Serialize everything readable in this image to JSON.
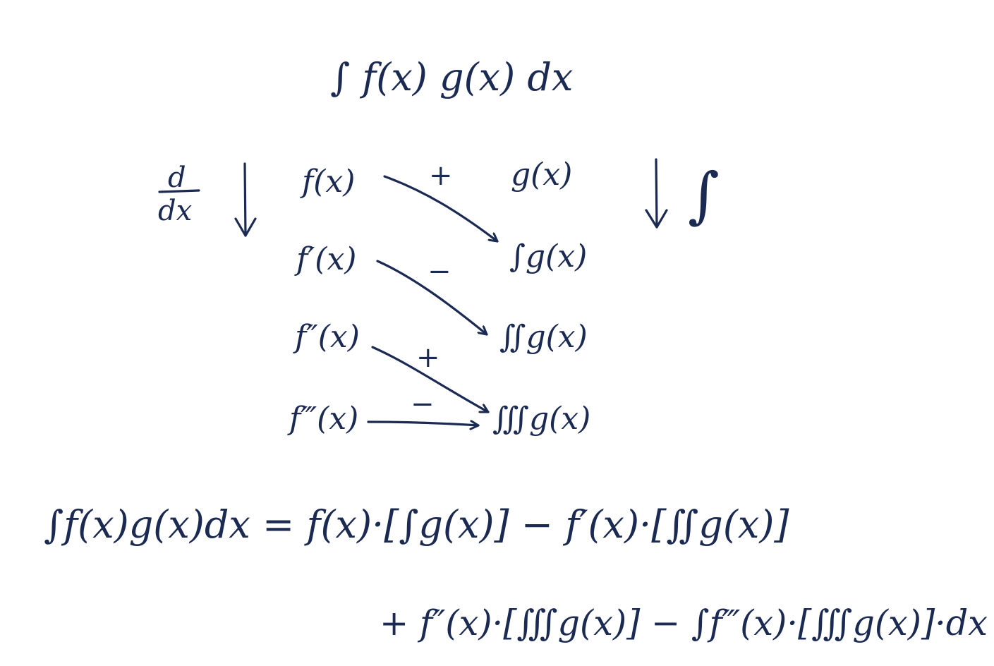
{
  "header": {
    "integral": "∫ f(x) g(x) dx"
  },
  "table": {
    "ddx_top": "d",
    "ddx_bottom": "dx",
    "integral_sign": "∫",
    "left_column": [
      "f(x)",
      "f′(x)",
      "f″(x)",
      "f‴(x)"
    ],
    "right_column": [
      "g(x)",
      "∫g(x)",
      "∬g(x)",
      "∭g(x)"
    ],
    "signs": [
      "+",
      "−",
      "+",
      "−"
    ]
  },
  "formula": {
    "line1": "∫f(x)g(x)dx =  f(x)·[∫g(x)] − f′(x)·[∬g(x)]",
    "line2": "+ f″(x)·[∭g(x)] − ∫f‴(x)·[∭g(x)]·dx"
  },
  "colors": {
    "ink": "#1b2a52",
    "paper": "#ffffff"
  }
}
